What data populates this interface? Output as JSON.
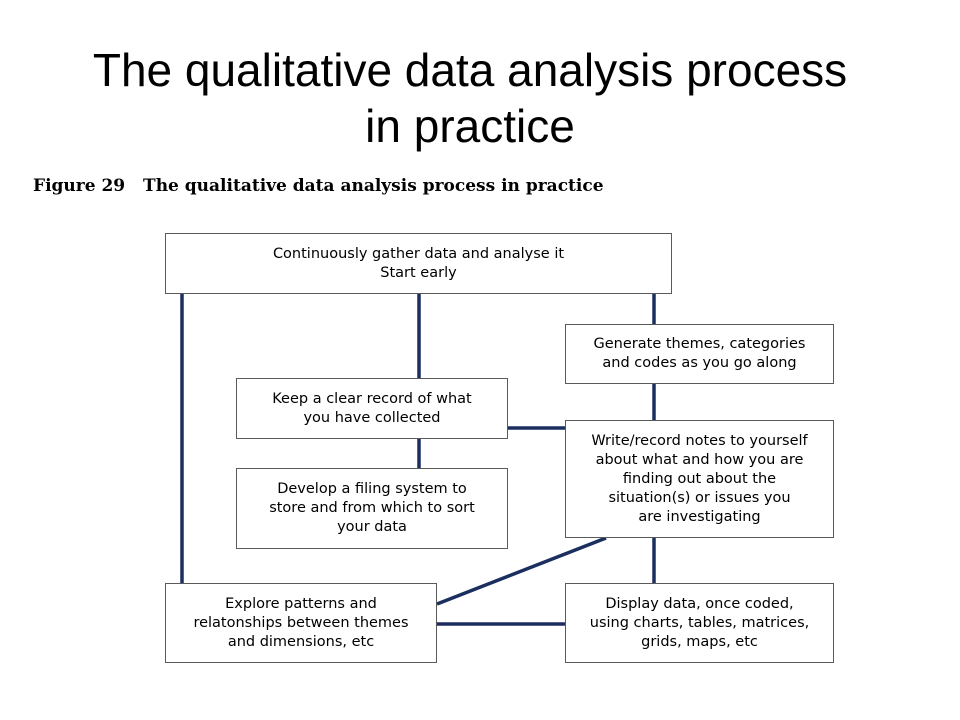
{
  "slide": {
    "title_line1": "The qualitative data analysis process",
    "title_line2": "in practice"
  },
  "figure": {
    "number": "Figure 29",
    "caption": "The qualitative data analysis process in practice"
  },
  "boxes": {
    "gather": {
      "line1": "Continuously gather data and analyse it",
      "line2": "Start early"
    },
    "themes": {
      "line1": "Generate themes, categories",
      "line2": "and codes as you go along"
    },
    "record": {
      "line1": "Keep a clear record of what",
      "line2": "you have collected"
    },
    "notes": {
      "line1": "Write/record notes to yourself",
      "line2": "about what and how you are",
      "line3": "finding out about the",
      "line4": "situation(s) or issues you",
      "line5": "are investigating"
    },
    "filing": {
      "line1": "Develop a filing system to",
      "line2": "store and from which to sort",
      "line3": "your data"
    },
    "explore": {
      "line1": "Explore patterns and",
      "line2": "relatonships between themes",
      "line3": "and dimensions, etc"
    },
    "display": {
      "line1": "Display data, once coded,",
      "line2": "using charts, tables, matrices,",
      "line3": "grids, maps, etc"
    }
  },
  "colors": {
    "connector": "#1a2f5e",
    "box_border": "#5a5a5a"
  }
}
